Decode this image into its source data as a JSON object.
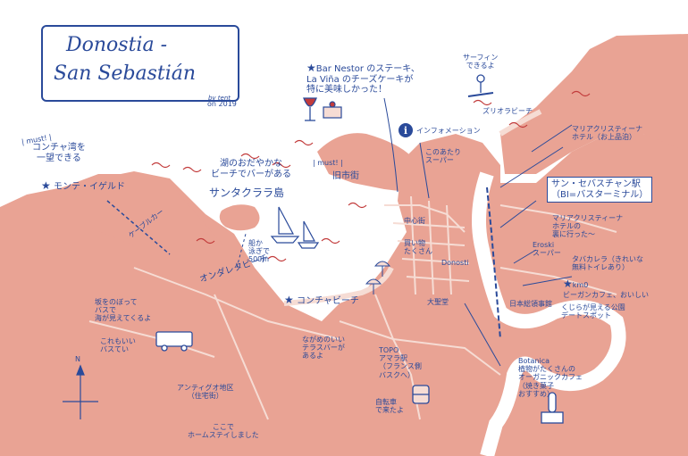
{
  "title": {
    "line1": "Donostia -",
    "line2": "San Sebastián",
    "by": "by tent"
  },
  "date": "on 2019",
  "labels": {
    "must1": "| must! |",
    "mirador_bubble": "コンチャ湾を\n一望できる",
    "monte_igueldo": "モンテ・イゲルド",
    "santa_clara_bubble": "湖のおだやかな\nビーチでバーがある",
    "santa_clara": "サンタクララ島",
    "boat_note": "船か\n泳ぎで\n500m",
    "ondarreta": "オンダレタビーチ",
    "concha_beach": "コンチャビーチ",
    "funicular": "ケーブルカー",
    "bar_nestor": "Bar Nestor のステーキ、\nLa Viña のチーズケーキが\n特に美味しかった！",
    "must2": "| must! |",
    "old_town": "旧市街",
    "info": "インフォメーション",
    "info_note": "このあたり\nスーパー",
    "surf_note": "サーフィン\nできるよ",
    "zurriola": "ズリオラビーチ",
    "maria_hotel": "マリアクリスティーナ\nホテル（お上品泊）",
    "bus_station": "サン・セバスチャン駅\n（BI=バスターミナル）",
    "center": "中心街",
    "cathedral": "大聖堂",
    "donosti": "Donosti",
    "shopping_note": "買い物\nたくさん",
    "maria_note": "マリアクリスティーナ\nホテルの\n裏に行った～",
    "eroski": "Eroski\nスーパー",
    "tabakalera": "タバカレラ（きれいな\n無料トイレあり）",
    "kmo": "km0\nビーガンカフェ、おいしい",
    "consulate": "日本総領事館",
    "park_note": "くじらが見える公園\nデートスポット",
    "topo": "TOPO\nアマラ駅\n（フランス側\nバスクへ）",
    "cycling": "自転車\nで来たよ",
    "botanica": "Botanica\n植物がたくさんの\nオーガニックカフェ\n（焼き菓子\nおすすめ）",
    "terrace": "ながめのいい\nテラスバーが\nあるよ",
    "slope": "坂をのぼって\nバスで\n海が見えてくるよ",
    "bus_stop": "これもいい\nバスてい",
    "antiguo": "アンティグオ地区\n（住宅街）",
    "homestay": "ここで\nホームステイしました",
    "north": "N"
  },
  "colors": {
    "land": "#e9a394",
    "sea": "#ffffff",
    "ink": "#2a4a9a",
    "accent": "#c23b3b",
    "road": "#f6dcd4"
  },
  "icons": [
    "star-icon",
    "info-icon",
    "wine-glass-icon",
    "cake-icon",
    "sailboat-icon",
    "parasol-icon",
    "bus-icon",
    "surfer-icon",
    "cactus-icon",
    "train-icon",
    "compass-icon"
  ]
}
